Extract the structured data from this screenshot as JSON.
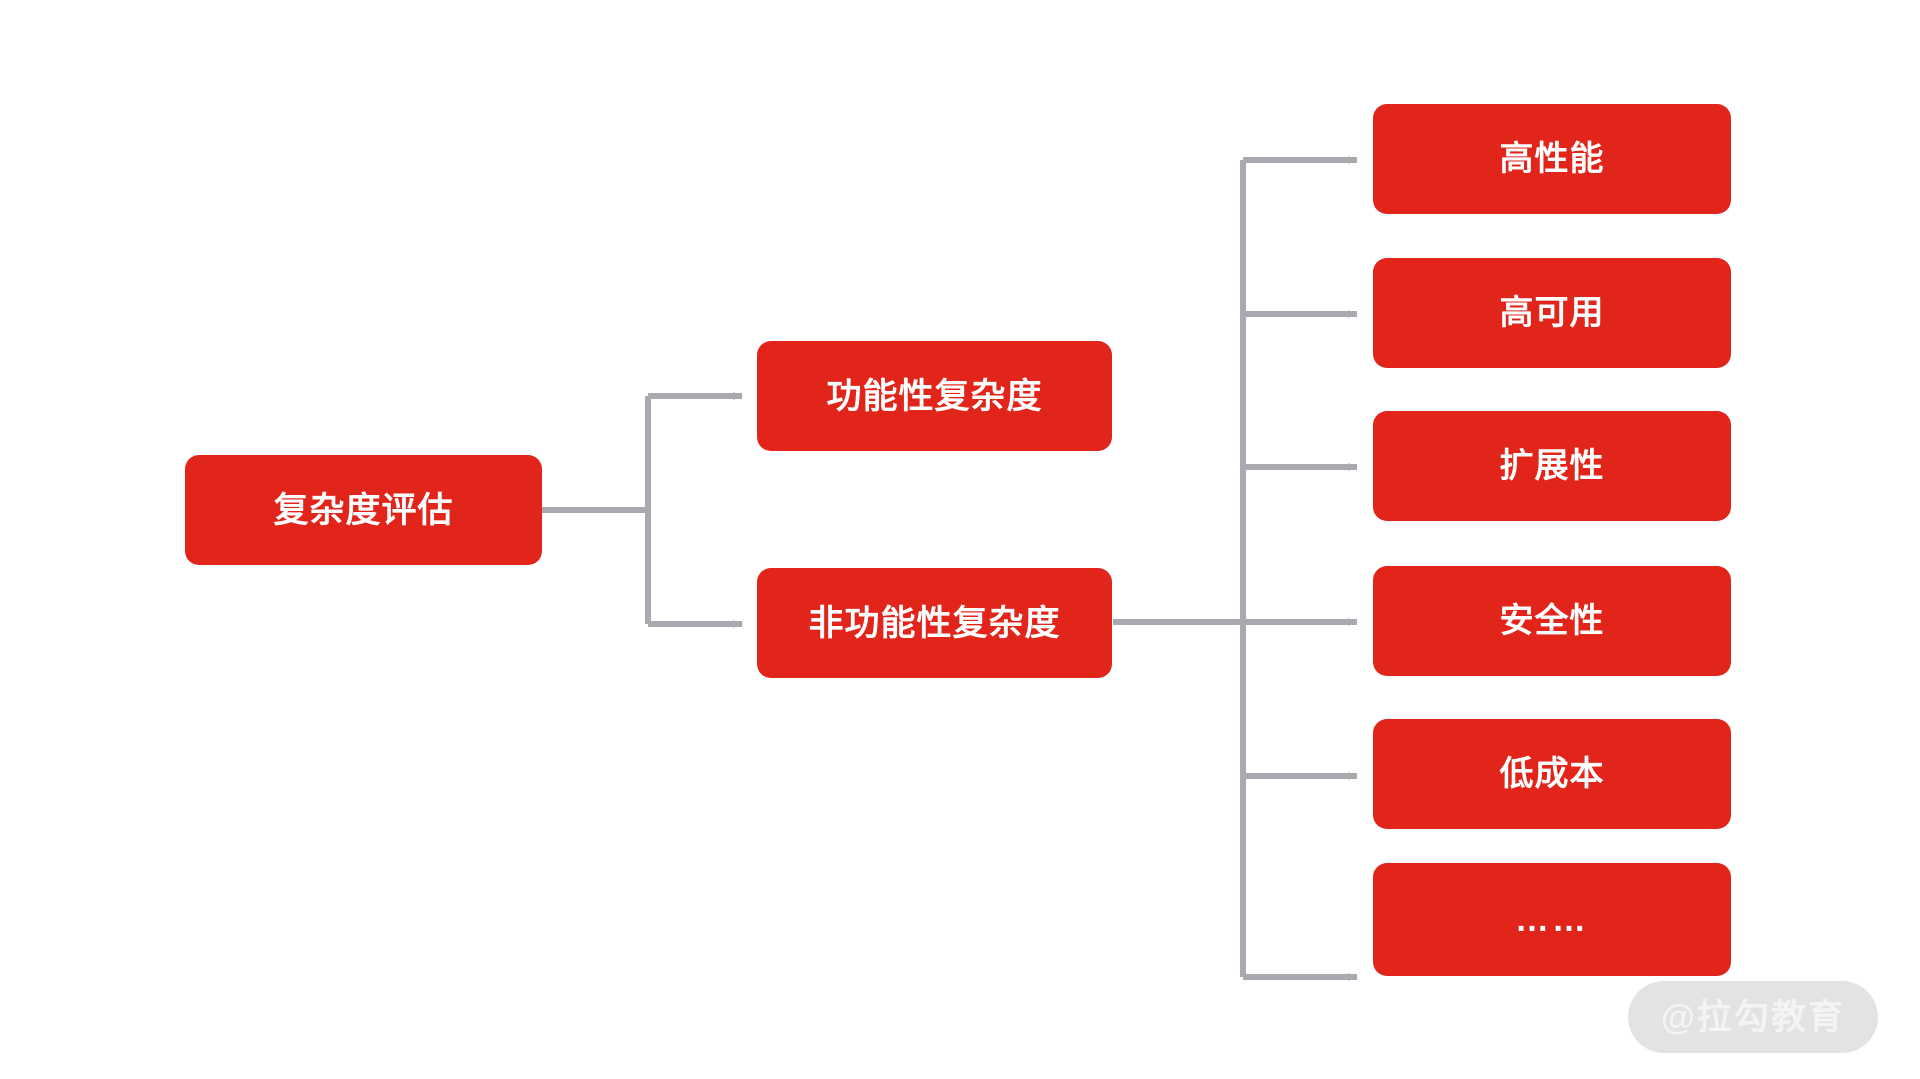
{
  "diagram": {
    "type": "tree-mindmap",
    "direction": "left-to-right",
    "background_color": "#ffffff",
    "node_color": "#e2251b",
    "node_text_color": "#ffffff",
    "connector_color": "#a9a9af",
    "root": {
      "id": "root",
      "label": "复杂度评估"
    },
    "level2": [
      {
        "id": "functional",
        "label": "功能性复杂度"
      },
      {
        "id": "non-functional",
        "label": "非功能性复杂度"
      }
    ],
    "level3": [
      {
        "id": "performance",
        "label": "高性能"
      },
      {
        "id": "availability",
        "label": "高可用"
      },
      {
        "id": "scalability",
        "label": "扩展性"
      },
      {
        "id": "security",
        "label": "安全性"
      },
      {
        "id": "low-cost",
        "label": "低成本"
      },
      {
        "id": "more",
        "label": "……"
      }
    ]
  },
  "watermark": {
    "text": "@拉勾教育",
    "pill_color": "#e3e3e5",
    "text_color": "#f4f4f5"
  }
}
